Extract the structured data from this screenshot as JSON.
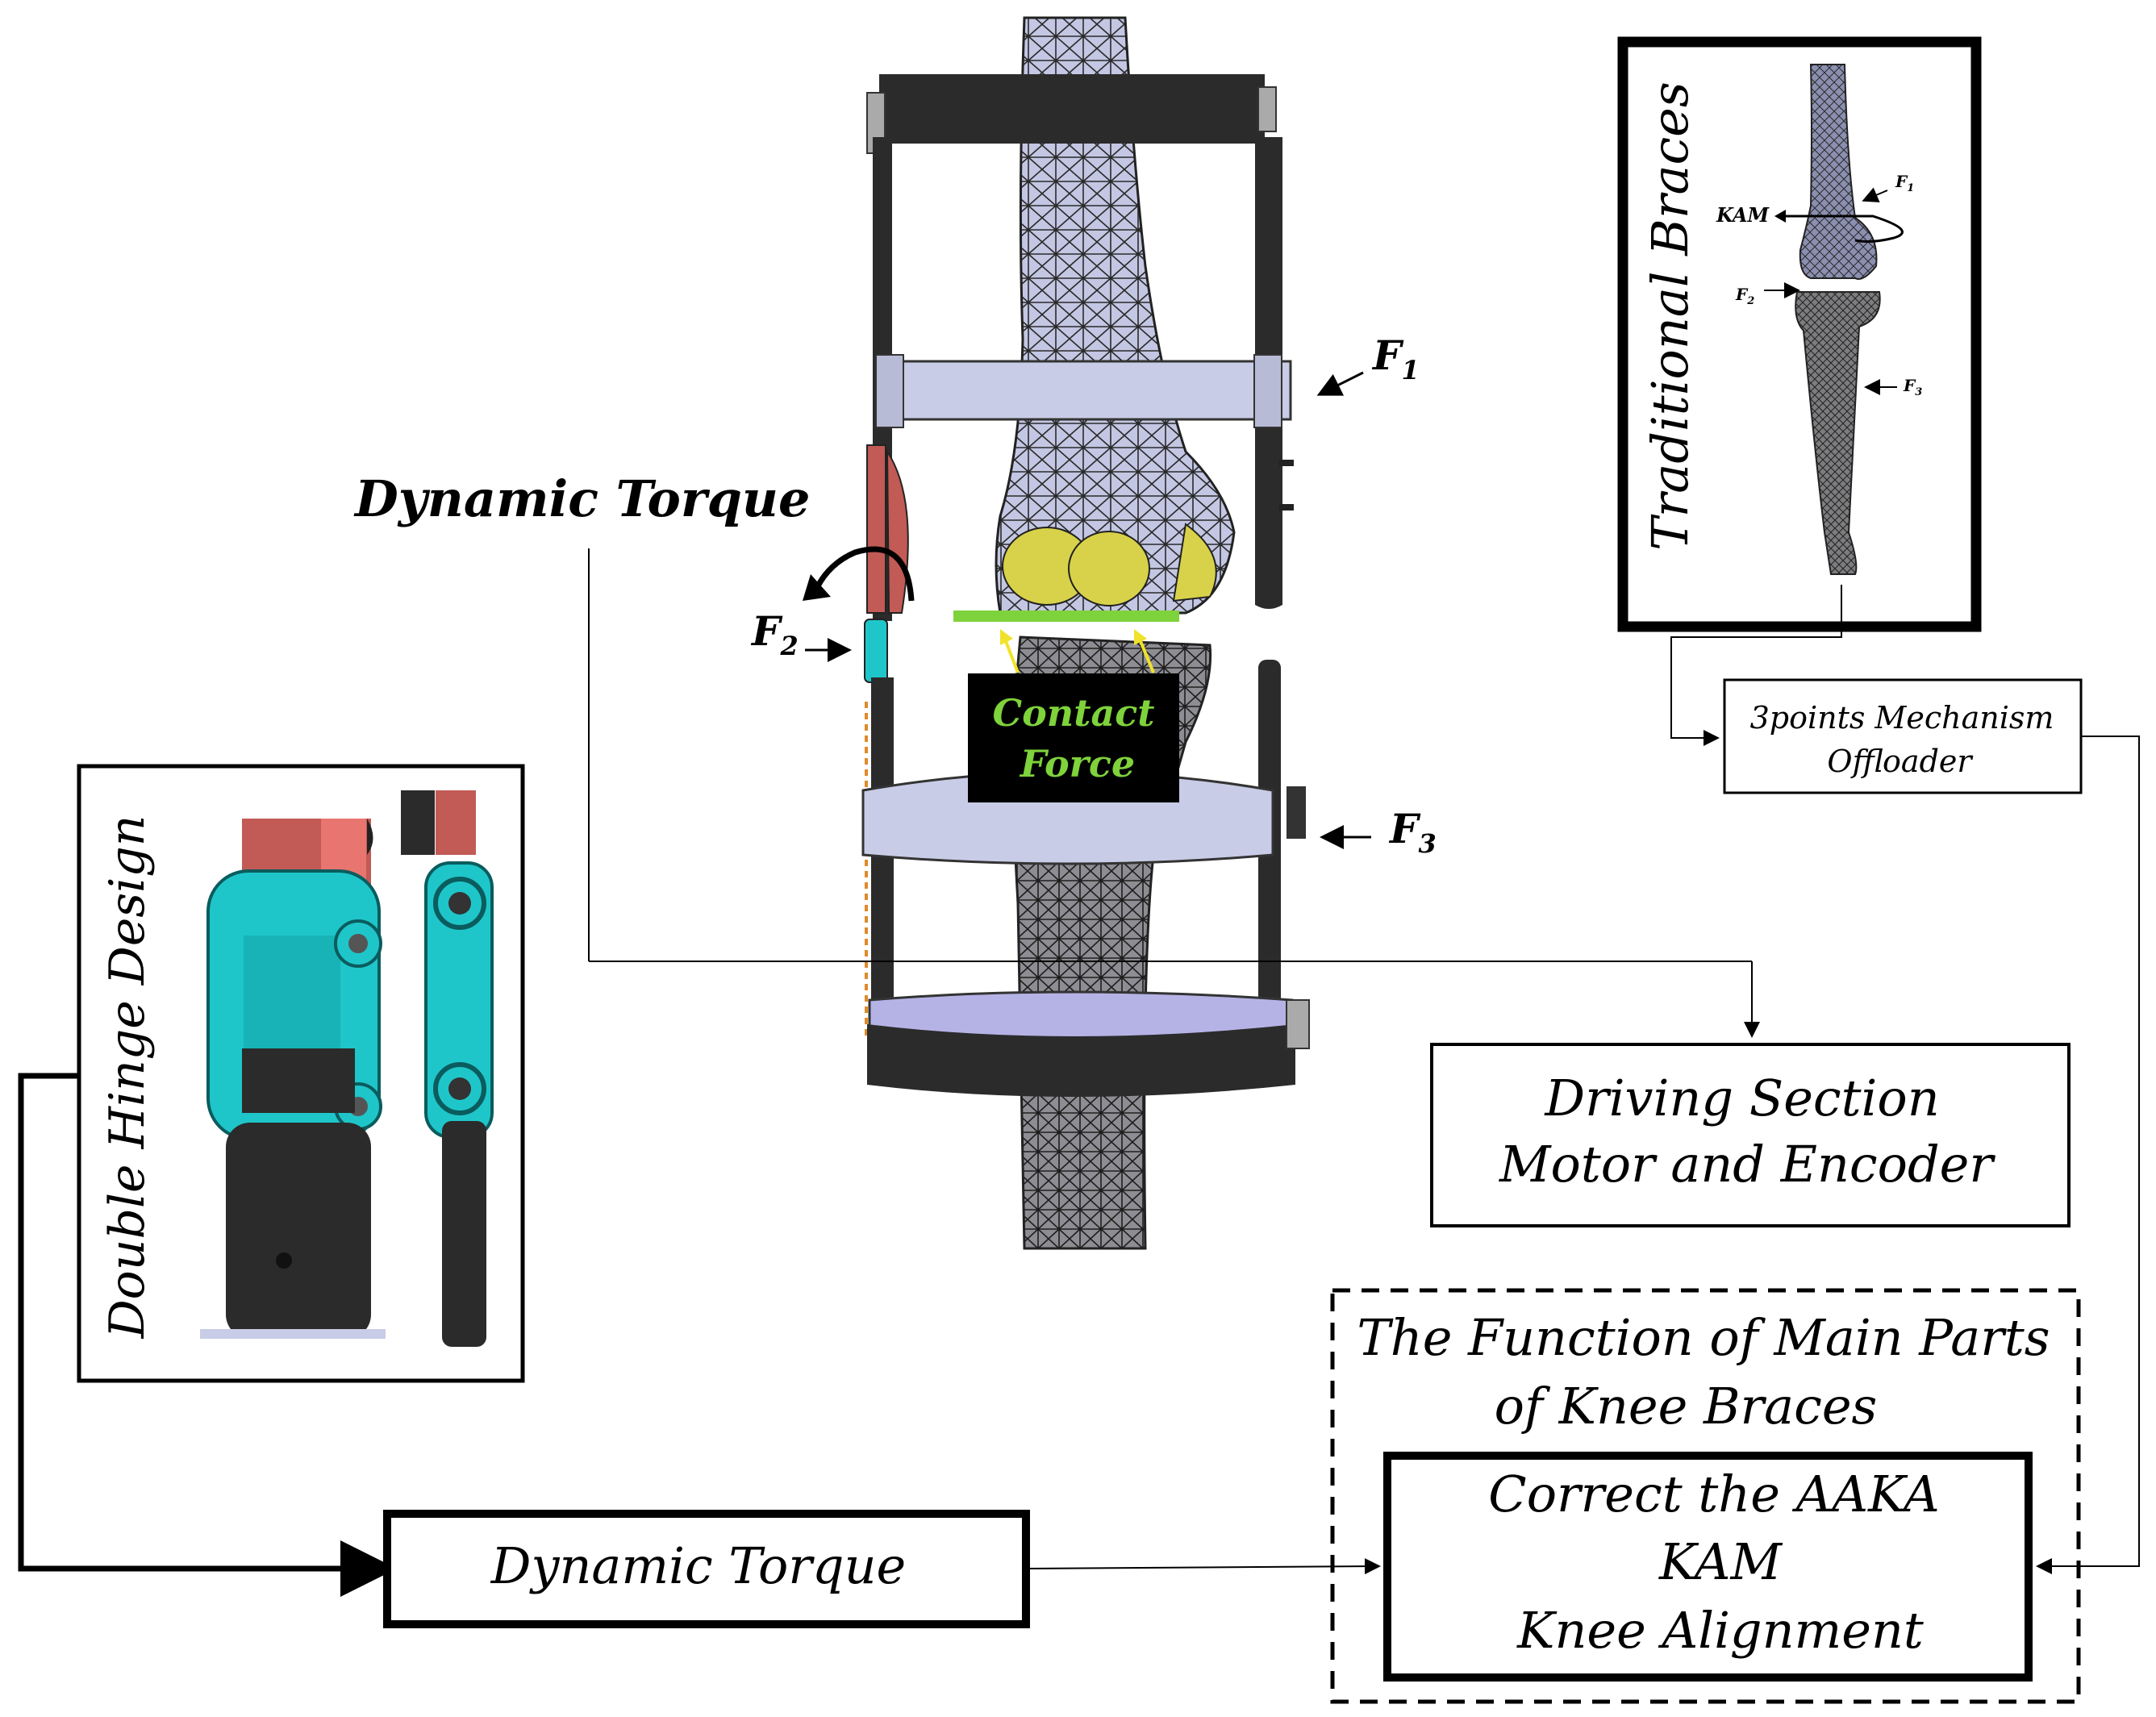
{
  "labels": {
    "dynamic_torque_title": "Dynamic Torque",
    "f1": "F",
    "f1_sub": "1",
    "f2": "F",
    "f2_sub": "2",
    "f3": "F",
    "f3_sub": "3",
    "contact_force_line1": "Contact",
    "contact_force_line2": "Force",
    "double_hinge": "Double Hinge Design",
    "traditional_braces": "Traditional Braces",
    "kam_small": "KAM",
    "tb_f1": "F",
    "tb_f1_sub": "1",
    "tb_f2": "F",
    "tb_f2_sub": "2",
    "tb_f3": "F",
    "tb_f3_sub": "3"
  },
  "boxes": {
    "three_points_line1": "3points Mechanism",
    "three_points_line2": "Offloader",
    "driving_line1": "Driving Section",
    "driving_line2": "Motor and  Encoder",
    "dynamic_torque_box": "Dynamic Torque",
    "main_parts_line1": "The Function of Main Parts",
    "main_parts_line2": "of Knee Braces",
    "correct_line1": "Correct the AAKA",
    "correct_line2": "KAM",
    "correct_line3": "Knee Alignment"
  },
  "colors": {
    "brace_dark": "#2b2b2b",
    "strap_lavender": "#c9cce6",
    "bone_fill": "#bfc4e0",
    "mesh_line": "#2a2a2a",
    "cartilage_yellow": "#d8d24a",
    "contact_green": "#7ed23b",
    "hinge_cyan": "#1fc6c9",
    "hinge_red": "#c25a55",
    "label_black": "#000000"
  }
}
